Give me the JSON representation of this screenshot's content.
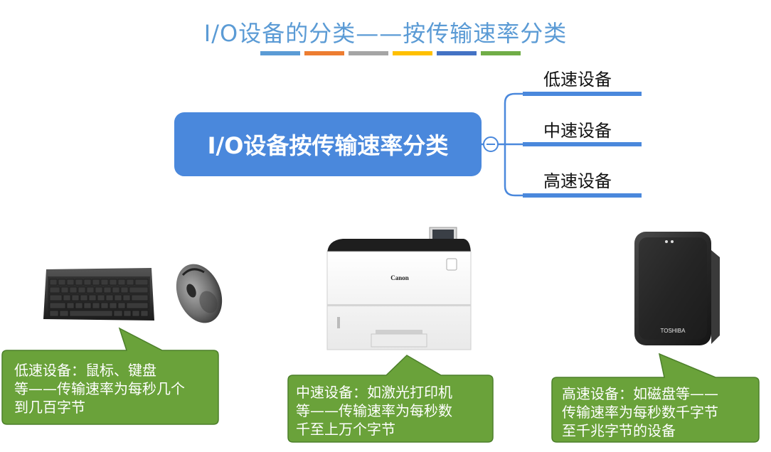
{
  "title": "I/O设备的分类——按传输速率分类",
  "title_bar_colors": [
    "#5b9bd5",
    "#ed7d31",
    "#a5a5a5",
    "#ffc000",
    "#4472c4",
    "#70ad47"
  ],
  "mindmap": {
    "central": "I/O设备按传输速率分类",
    "collapse_symbol": "⊖",
    "branches": [
      "低速设备",
      "中速设备",
      "高速设备"
    ]
  },
  "devices": {
    "printer_brand": "Canon",
    "drive_brand": "TOSHIBA"
  },
  "callouts": [
    {
      "text": "低速设备：鼠标、键盘\n等——传输速率为每秒几个\n到几百字节"
    },
    {
      "text": "中速设备：如激光打印机\n等——传输速率为每秒数\n千至上万个字节"
    },
    {
      "text": "高速设备：如磁盘等——\n传输速率为每秒数千字节\n至千兆字节的设备"
    }
  ],
  "colors": {
    "accent_blue": "#4a88dc",
    "callout_green": "#6aa23a",
    "callout_border": "#4c7f2a"
  }
}
